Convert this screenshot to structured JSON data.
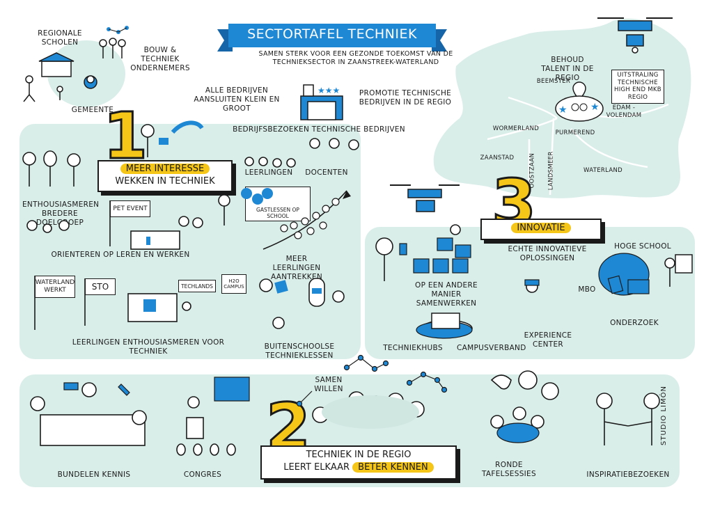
{
  "title": {
    "main": "SECTORTAFEL TECHNIEK",
    "subtitle": "SAMEN STERK VOOR EEN GEZONDE TOEKOMST VAN DE TECHNIEKSECTOR IN ZAANSTREEK-WATERLAND"
  },
  "top": {
    "regionale_scholen": "REGIONALE SCHOLEN",
    "bouw_techniek": "BOUW & TECHNIEK ONDERNEMERS",
    "gemeente": "GEMEENTE",
    "alle_bedrijven": "ALLE BEDRIJVEN AANSLUITEN KLEIN EN GROOT",
    "promotie": "PROMOTIE TECHNISCHE BEDRIJVEN IN DE REGIO"
  },
  "map": {
    "behoud_talent": "BEHOUD TALENT IN DE REGIO",
    "uitstraling": "UITSTRALING TECHNISCHE HIGH END MKB REGIO",
    "places": [
      "BEEMSTER",
      "EDAM - VOLENDAM",
      "WORMERLAND",
      "PURMEREND",
      "ZAANSTAD",
      "OOSTZAAN",
      "LANDSMEER",
      "WATERLAND"
    ]
  },
  "section1": {
    "number": "1",
    "title_hl": "MEER INTERESSE",
    "title_rest": "WEKKEN IN TECHNIEK",
    "bedrijfsbezoeken": "BEDRIJFSBEZOEKEN TECHNISCHE BEDRIJVEN",
    "leerlingen": "LEERLINGEN",
    "docenten": "DOCENTEN",
    "enthousiasmeren": "ENTHOUSIASMEREN BREDERE DOELGROEP",
    "pet_event": "PET EVENT",
    "gastlessen": "GASTLESSEN OP SCHOOL",
    "orienteren": "ORIENTEREN OP LEREN EN WERKEN",
    "meer_leerlingen": "MEER LEERLINGEN AANTREKKEN",
    "waterland_werkt": "WATERLAND WERKT",
    "sto": "STO",
    "techlands": "TECHLANDS",
    "h2o": "H2O CAMPUS",
    "leerlingen_enth": "LEERLINGEN ENTHOUSIASMEREN VOOR TECHNIEK",
    "buitenschoolse": "BUITENSCHOOLSE TECHNIEKLESSEN"
  },
  "section3": {
    "number": "3",
    "title": "INNOVATIE",
    "echte": "ECHTE INNOVATIEVE OPLOSSINGEN",
    "hoge_school": "HOGE SCHOOL",
    "mbo": "MBO",
    "onderzoek": "ONDERZOEK",
    "andere_manier": "OP EEN ANDERE MANIER SAMENWERKEN",
    "experience": "EXPERIENCE CENTER",
    "techniekhubs": "TECHNIEKHUBS",
    "campusverband": "CAMPUSVERBAND"
  },
  "section2": {
    "number": "2",
    "title_1": "TECHNIEK IN DE REGIO",
    "title_2a": "LEERT ELKAAR",
    "title_2b": "BETER KENNEN",
    "samen_willen": "SAMEN WILLEN",
    "bundelen": "BUNDELEN KENNIS",
    "congres": "CONGRES",
    "ronde": "RONDE TAFELSESSIES",
    "inspiratie": "INSPIRATIEBEZOEKEN"
  },
  "credit": "STUDIO LIMÓN",
  "colors": {
    "panel": "#d9ede9",
    "accent_blue": "#1e88d4",
    "highlight": "#f5c518",
    "ink": "#1a1a1a"
  }
}
